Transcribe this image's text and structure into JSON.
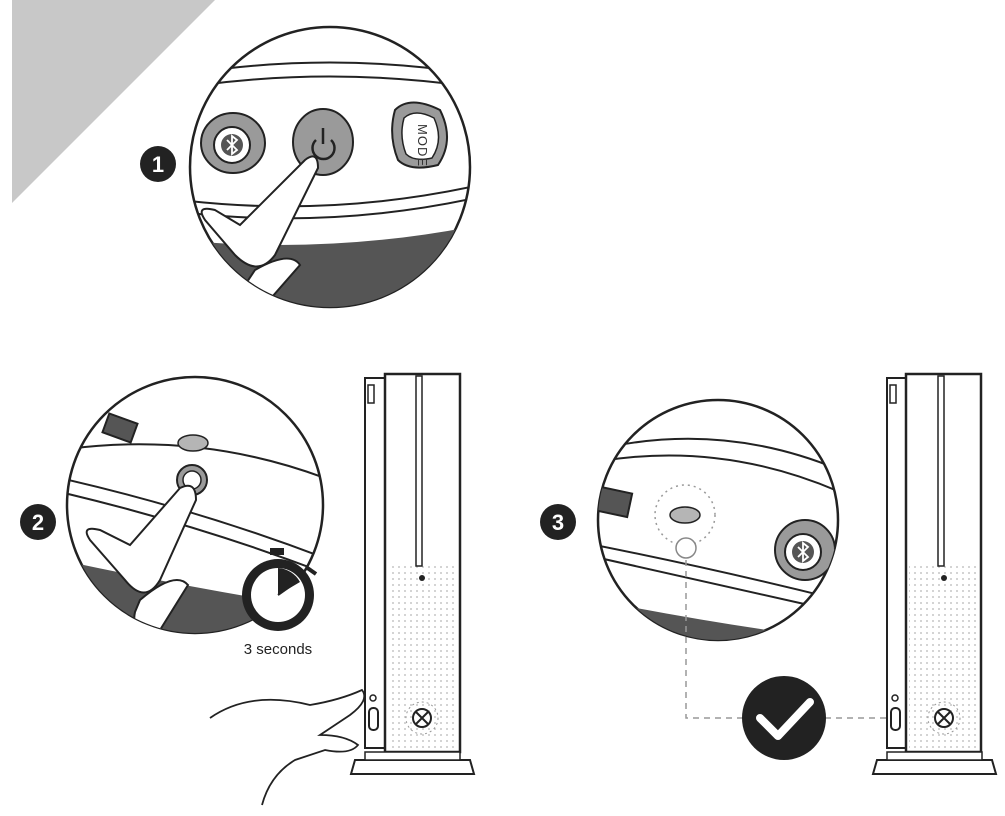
{
  "steps": [
    {
      "number": "1"
    },
    {
      "number": "2"
    },
    {
      "number": "3"
    }
  ],
  "buttons": {
    "mode_label": "MODE"
  },
  "timer": {
    "label": "3 seconds"
  },
  "colors": {
    "banner": "#c8c8c8",
    "button_fill": "#9a9a9a",
    "dark_surface": "#555555",
    "step_badge": "#222222",
    "check_badge": "#222222",
    "timer_accent": "#222222"
  },
  "icons": [
    "power-icon",
    "bluetooth-icon",
    "checkmark-icon",
    "stopwatch-icon",
    "xbox-logo-icon"
  ]
}
